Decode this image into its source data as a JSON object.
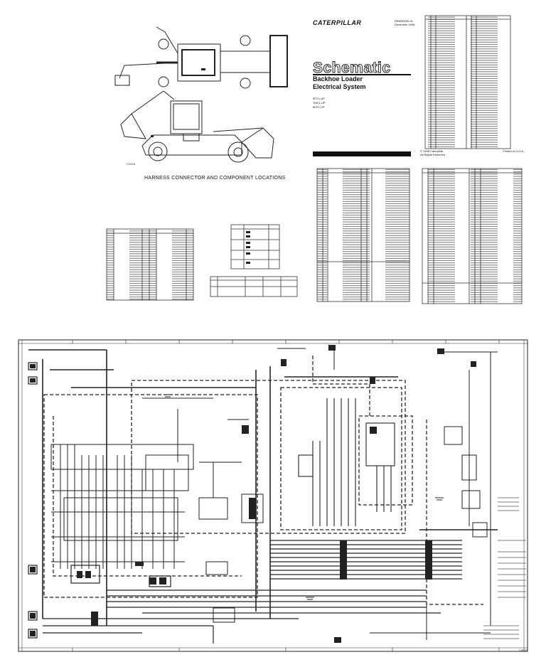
{
  "header": {
    "brand": "CATERPILLAR",
    "doc_number": "RENR0000-01",
    "doc_date": "December 1998",
    "title": "Schematic",
    "subtitle_line1": "Backhoe Loader",
    "subtitle_line2": "Electrical System",
    "serial_1": "5PC1-UP",
    "serial_2": "7MC1-UP",
    "serial_3": "6KF1-UP",
    "copyright": "© 1998 Caterpillar",
    "rights": "All Rights Reserved",
    "printed": "Printed in U.S.A."
  },
  "drawing": {
    "caption": "HARNESS CONNECTOR AND COMPONENT LOCATIONS",
    "figure_id": "C1234"
  },
  "schematic": {
    "sheet_id": "C0000"
  },
  "colors": {
    "line": "#222222",
    "paper": "#ffffff"
  }
}
